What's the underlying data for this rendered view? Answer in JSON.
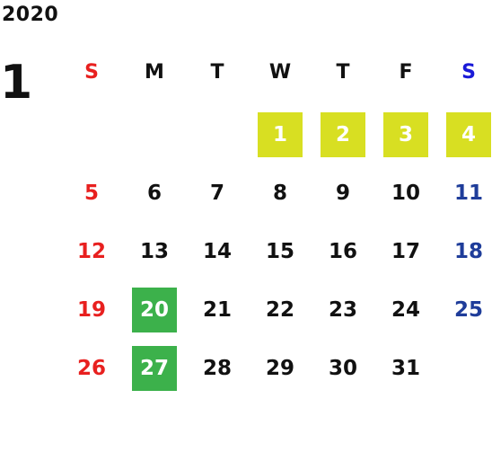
{
  "calendar": {
    "year": "2020",
    "month": "1",
    "weekdays": [
      "S",
      "M",
      "T",
      "W",
      "T",
      "F",
      "S"
    ],
    "weeks": [
      [
        "",
        "",
        "",
        "1",
        "2",
        "3",
        "4"
      ],
      [
        "5",
        "6",
        "7",
        "8",
        "9",
        "10",
        "11"
      ],
      [
        "12",
        "13",
        "14",
        "15",
        "16",
        "17",
        "18"
      ],
      [
        "19",
        "20",
        "21",
        "22",
        "23",
        "24",
        "25"
      ],
      [
        "26",
        "27",
        "28",
        "29",
        "30",
        "31",
        ""
      ]
    ],
    "highlight_yellow": [
      "1",
      "2",
      "3",
      "4"
    ],
    "highlight_green": [
      "20",
      "27"
    ],
    "colors": {
      "sunday": "#e8201f",
      "saturday": "#1f3d9a",
      "saturday_header": "#1a1ad8",
      "weekday": "#111111",
      "yellow_highlight": "#d8df22",
      "green_highlight": "#3cb14b"
    }
  }
}
